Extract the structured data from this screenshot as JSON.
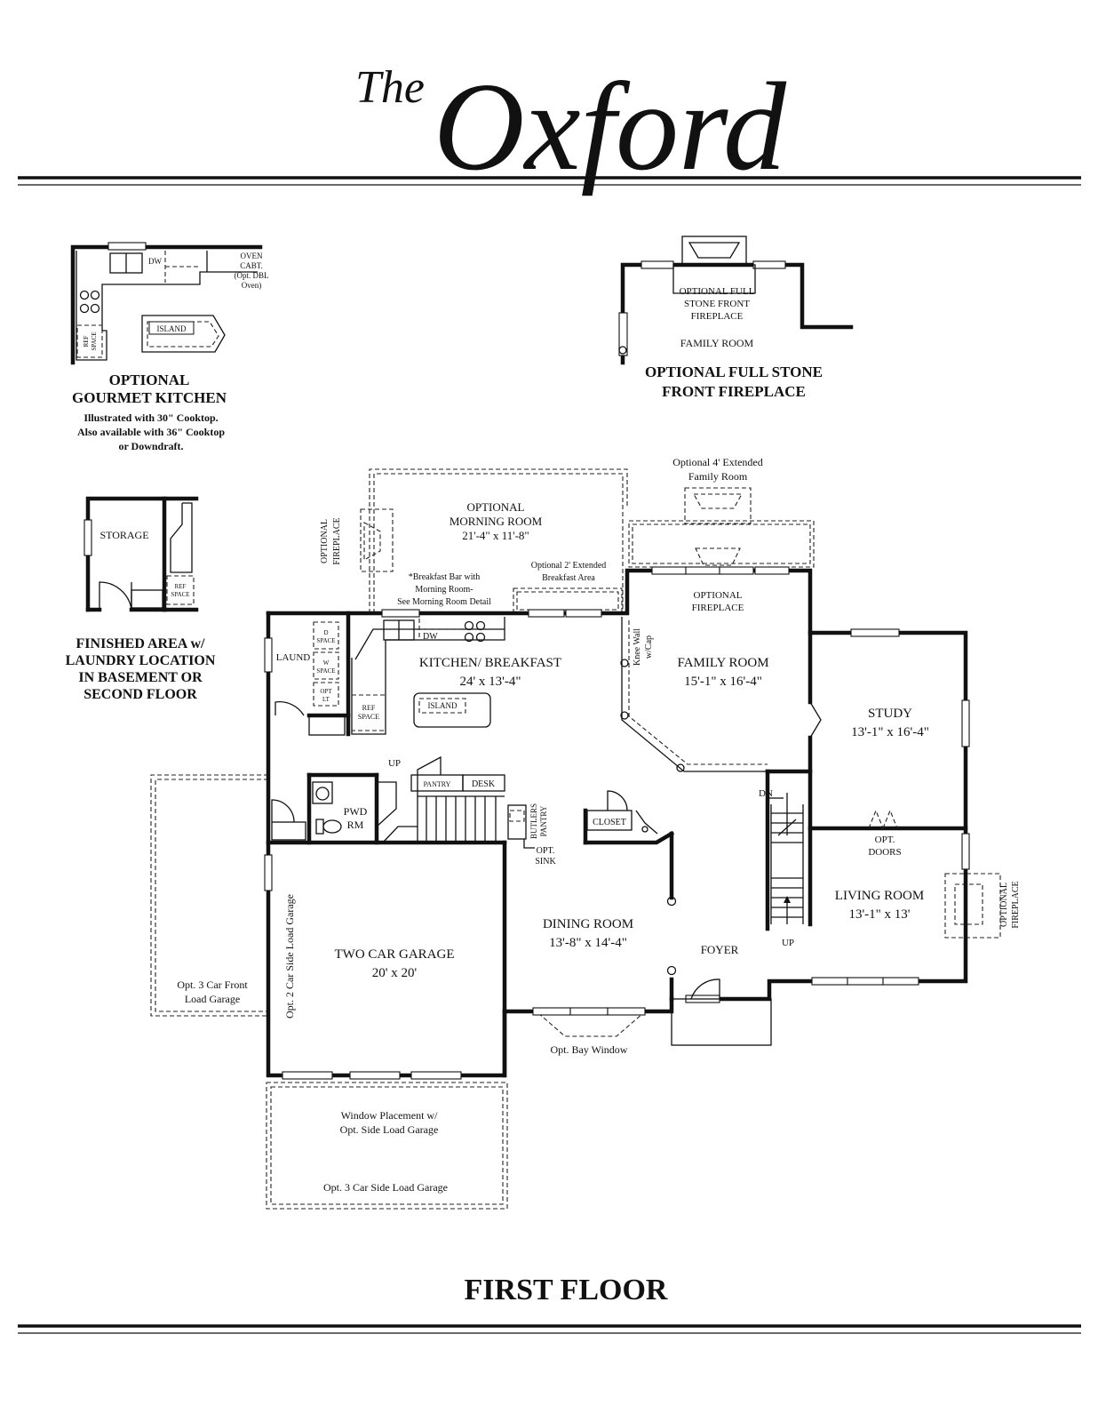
{
  "header": {
    "title_the": "The",
    "title_name": "Oxford"
  },
  "gourmet_kitchen": {
    "dw": "DW",
    "oven_lines": [
      "OVEN",
      "CABT.",
      "(Opt. DBL",
      "Oven)"
    ],
    "island": "ISLAND",
    "ref_lines": [
      "REF",
      "SPACE"
    ],
    "caption_lines": [
      "OPTIONAL",
      "GOURMET KITCHEN"
    ],
    "note_lines": [
      "Illustrated with 30\" Cooktop.",
      "Also available with 36\" Cooktop",
      "or Downdraft."
    ]
  },
  "stone_fireplace": {
    "label_lines": [
      "OPTIONAL FULL",
      "STONE FRONT",
      "FIREPLACE"
    ],
    "room": "FAMILY ROOM",
    "caption_lines": [
      "OPTIONAL FULL STONE",
      "FRONT FIREPLACE"
    ]
  },
  "basement_laundry": {
    "storage": "STORAGE",
    "ref_lines": [
      "REF",
      "SPACE"
    ],
    "caption_lines": [
      "FINISHED AREA w/",
      "LAUNDRY LOCATION",
      "IN BASEMENT OR",
      "SECOND FLOOR"
    ]
  },
  "floor_plan": {
    "morning_room": {
      "name_lines": [
        "OPTIONAL",
        "MORNING ROOM"
      ],
      "dims": "21'-4\" x 11'-8\""
    },
    "opt_fireplace_morning_lines": [
      "OPTIONAL",
      "FIREPLACE"
    ],
    "breakfast_bar_lines": [
      "*Breakfast Bar with",
      "Morning Room-",
      "See Morning Room Detail"
    ],
    "ext_breakfast_lines": [
      "Optional 2' Extended",
      "Breakfast Area"
    ],
    "ext_family_lines": [
      "Optional 4' Extended",
      "Family Room"
    ],
    "opt_fireplace_family_lines": [
      "OPTIONAL",
      "FIREPLACE"
    ],
    "kitchen": {
      "name": "KITCHEN/ BREAKFAST",
      "dims": "24' x 13'-4\""
    },
    "family_room": {
      "name": "FAMILY ROOM",
      "dims": "15'-1\" x 16'-4\""
    },
    "study": {
      "name": "STUDY",
      "dims": "13'-1\" x 16'-4\""
    },
    "living_room": {
      "name": "LIVING ROOM",
      "dims": "13'-1\" x 13'"
    },
    "dining_room": {
      "name": "DINING ROOM",
      "dims": "13'-8\"  x 14'-4\""
    },
    "garage": {
      "name": "TWO CAR GARAGE",
      "dims": "20' x 20'"
    },
    "foyer": "FOYER",
    "laund": "LAUND",
    "d_space_lines": [
      "D",
      "SPACE"
    ],
    "w_space_lines": [
      "W",
      "SPACE"
    ],
    "opt_lt_lines": [
      "OPT",
      "LT"
    ],
    "ref_space_lines": [
      "REF",
      "SPACE"
    ],
    "dw": "DW",
    "island": "ISLAND",
    "knee_wall_lines": [
      "Knee Wall",
      "w/Cap"
    ],
    "pantry": "PANTRY",
    "desk": "DESK",
    "up1": "UP",
    "up2": "UP",
    "dn": "DN",
    "pwd_rm_lines": [
      "PWD",
      "RM"
    ],
    "butlers_pantry_lines": [
      "BUTLERS",
      "PANTRY"
    ],
    "opt_sink_lines": [
      "OPT.",
      "SINK"
    ],
    "closet": "CLOSET",
    "opt_doors_lines": [
      "OPT.",
      "DOORS"
    ],
    "opt_fireplace_living_lines": [
      "OPTIONAL",
      "FIREPLACE"
    ],
    "opt2_side_garage": "Opt. 2 Car Side Load Garage",
    "opt3_front_garage_lines": [
      "Opt. 3 Car Front",
      "Load Garage"
    ],
    "opt_bay_window": "Opt. Bay Window",
    "window_placement_lines": [
      "Window Placement w/",
      "Opt. Side Load Garage"
    ],
    "opt3_side_garage": "Opt. 3 Car Side Load Garage"
  },
  "footer": {
    "title": "FIRST FLOOR"
  }
}
